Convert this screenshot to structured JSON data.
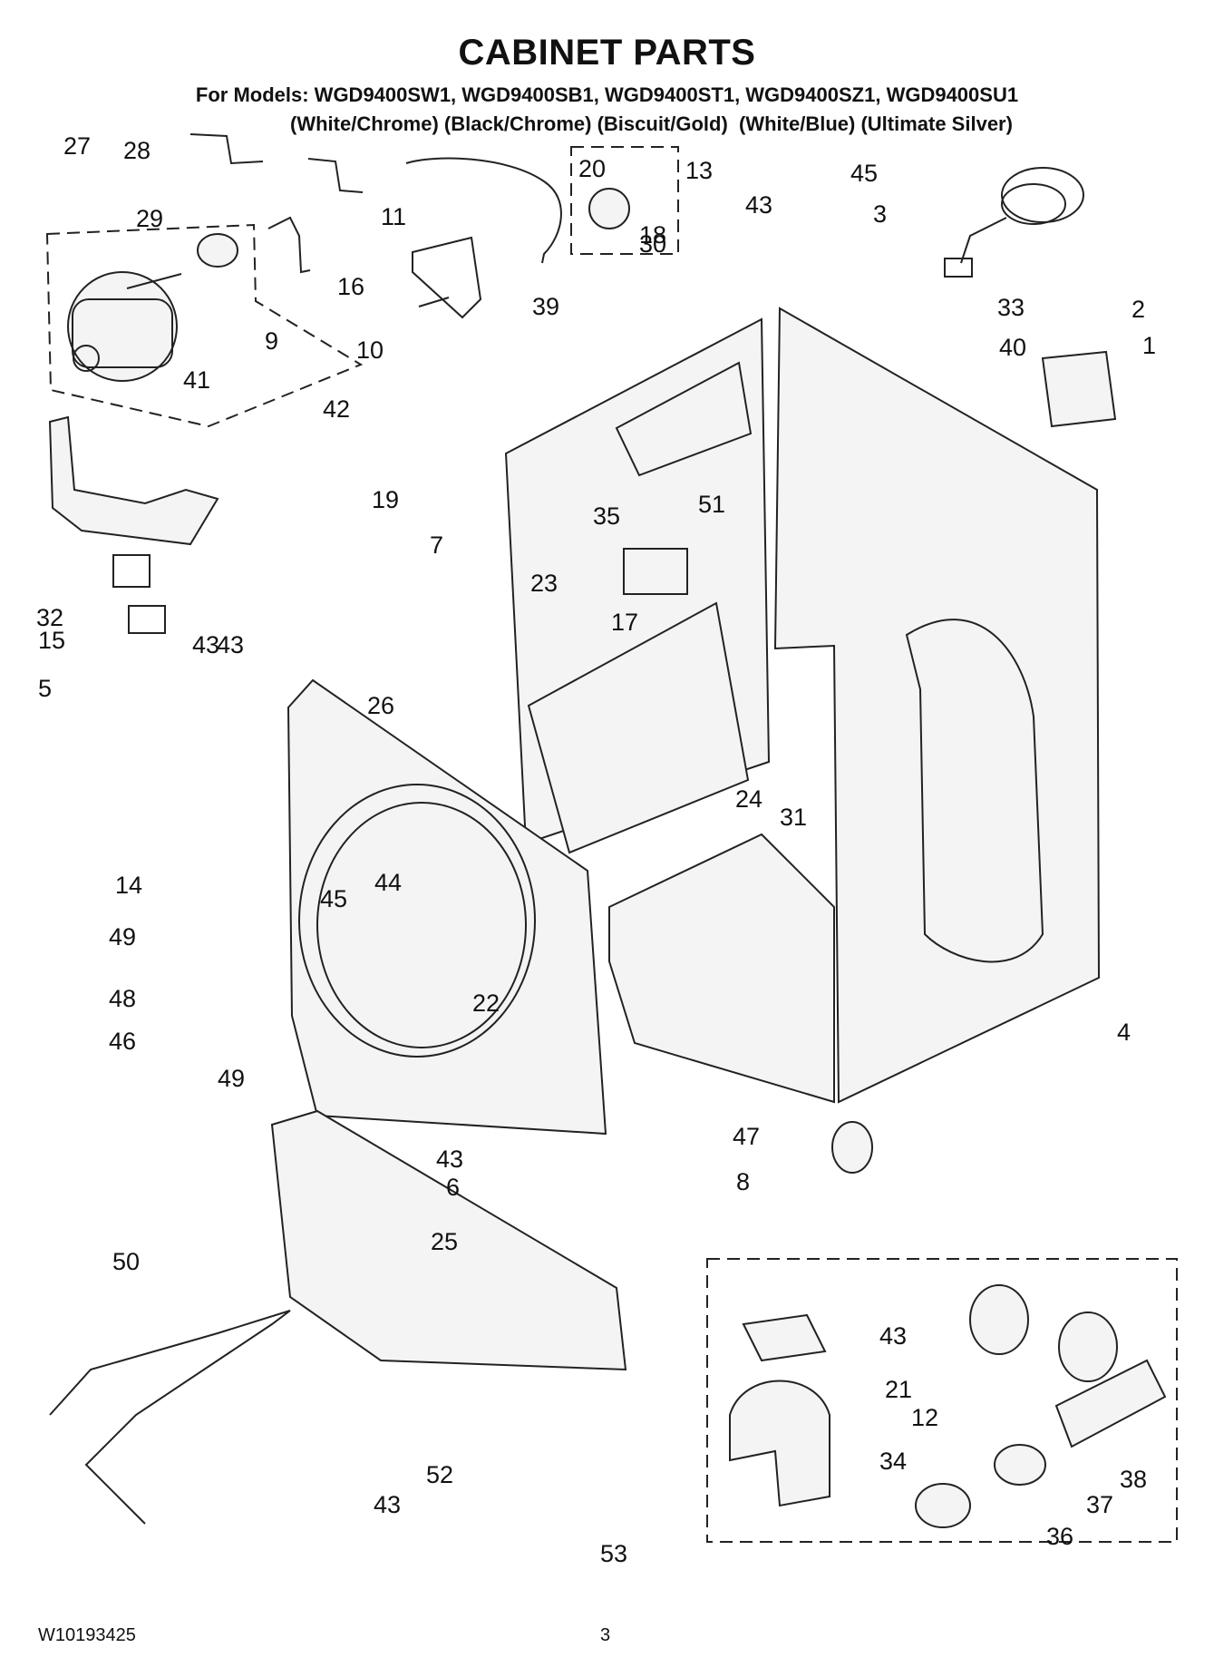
{
  "title": "CABINET PARTS",
  "models_line": "For Models: WGD9400SW1, WGD9400SB1, WGD9400ST1, WGD9400SZ1, WGD9400SU1",
  "colors_line": "(White/Chrome) (Black/Chrome) (Biscuit/Gold)  (White/Blue) (Ultimate Silver)",
  "footer": {
    "doc_number": "W10193425",
    "page": "3"
  },
  "callouts": [
    "27",
    "28",
    "29",
    "9",
    "16",
    "11",
    "20",
    "18",
    "13",
    "45",
    "43",
    "3",
    "30",
    "39",
    "10",
    "33",
    "2",
    "1",
    "40",
    "41",
    "42",
    "19",
    "32",
    "7",
    "35",
    "51",
    "15",
    "5",
    "23",
    "17",
    "43",
    "43",
    "26",
    "14",
    "24",
    "31",
    "45",
    "44",
    "49",
    "48",
    "22",
    "46",
    "4",
    "49",
    "47",
    "43",
    "6",
    "8",
    "25",
    "50",
    "43",
    "21",
    "12",
    "34",
    "38",
    "37",
    "36",
    "43",
    "52",
    "53"
  ]
}
